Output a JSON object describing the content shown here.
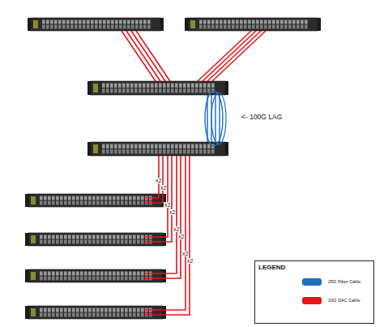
{
  "diagram": {
    "labels": [
      "<- 100G LAG",
      "x2",
      "x2",
      "x2",
      "x2",
      "x2",
      "x2",
      "x2",
      "x2",
      "LEGEND"
    ],
    "legend": [
      {
        "text": "25G Fiber Cable",
        "color": "#1f6fbf"
      },
      {
        "text": "10G DAC Cable",
        "color": "#e3161d"
      }
    ]
  }
}
